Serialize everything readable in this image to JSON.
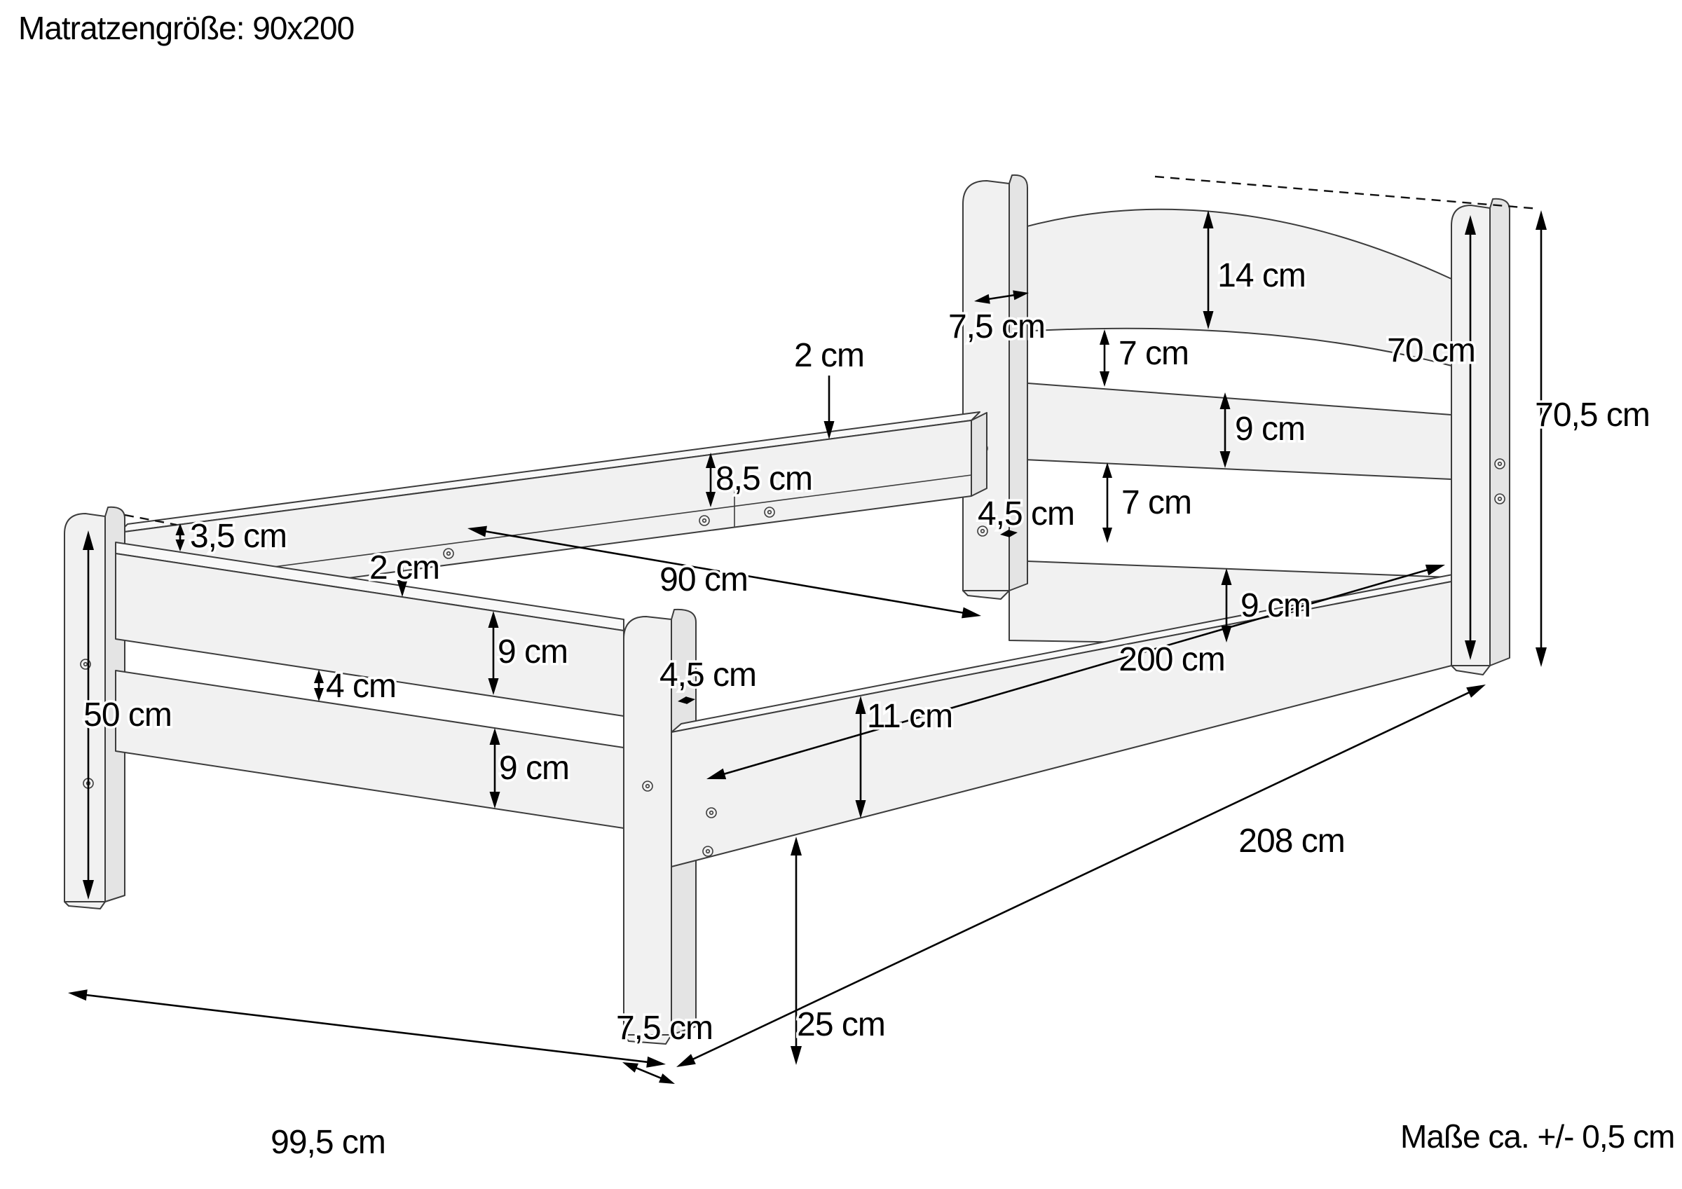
{
  "title": "Matratzengröße: 90x200",
  "note": "Maße ca. +/- 0,5 cm",
  "unit": "cm",
  "dimensions_cm": {
    "mattress_width": 90,
    "mattress_length": 200,
    "headboard_arch_panel_height": 14,
    "headboard_upper_gap": 7,
    "headboard_upper_slat": 9,
    "headboard_lower_gap": 7,
    "headboard_lower_slat": 9,
    "headboard_post_width": 7.5,
    "headboard_height": 70,
    "headboard_total_height": 70.5,
    "side_rail_top_edge": 2,
    "support_ledge_height": 8.5,
    "footboard_post_above_rail": 3.5,
    "footboard_ledge": 2,
    "footboard_upper_rail": 9,
    "footboard_rail_gap": 4,
    "footboard_lower_rail": 9,
    "footboard_post_height": 50,
    "inner_width": 90,
    "headboard_post_depth": 4.5,
    "footboard_post_depth": 4.5,
    "side_rail_height": 11,
    "inner_length": 200,
    "floor_clearance": 25,
    "leg_width": 7.5,
    "total_length": 208,
    "total_width": 99.5,
    "tolerance": 0.5
  },
  "labels": [
    {
      "id": "title",
      "text": "Matratzengröße: 90x200"
    },
    {
      "id": "arch-height",
      "text": "14 cm"
    },
    {
      "id": "upper-gap",
      "text": "7 cm"
    },
    {
      "id": "upper-slat",
      "text": "9 cm"
    },
    {
      "id": "lower-gap",
      "text": "7 cm"
    },
    {
      "id": "lower-slat",
      "text": "9 cm"
    },
    {
      "id": "headboard-post-width",
      "text": "7,5 cm"
    },
    {
      "id": "headboard-height",
      "text": "70 cm"
    },
    {
      "id": "headboard-total",
      "text": "70,5 cm"
    },
    {
      "id": "rail-top-edge",
      "text": "2 cm"
    },
    {
      "id": "support-ledge",
      "text": "8,5 cm"
    },
    {
      "id": "post-above-rail",
      "text": "3,5 cm"
    },
    {
      "id": "footboard-ledge",
      "text": "2 cm"
    },
    {
      "id": "footboard-rail-up",
      "text": "9 cm"
    },
    {
      "id": "footboard-gap",
      "text": "4 cm"
    },
    {
      "id": "footboard-rail-low",
      "text": "9 cm"
    },
    {
      "id": "footboard-post-h",
      "text": "50 cm"
    },
    {
      "id": "inner-width",
      "text": "90 cm"
    },
    {
      "id": "headboard-post-depth",
      "text": "4,5 cm"
    },
    {
      "id": "footboard-post-depth",
      "text": "4,5 cm"
    },
    {
      "id": "side-rail-height",
      "text": "11 cm"
    },
    {
      "id": "inner-length",
      "text": "200 cm"
    },
    {
      "id": "floor-clearance",
      "text": "25 cm"
    },
    {
      "id": "leg-width",
      "text": "7,5 cm"
    },
    {
      "id": "total-length",
      "text": "208 cm"
    },
    {
      "id": "total-width",
      "text": "99,5 cm"
    },
    {
      "id": "note",
      "text": "Maße ca. +/- 0,5 cm"
    }
  ]
}
